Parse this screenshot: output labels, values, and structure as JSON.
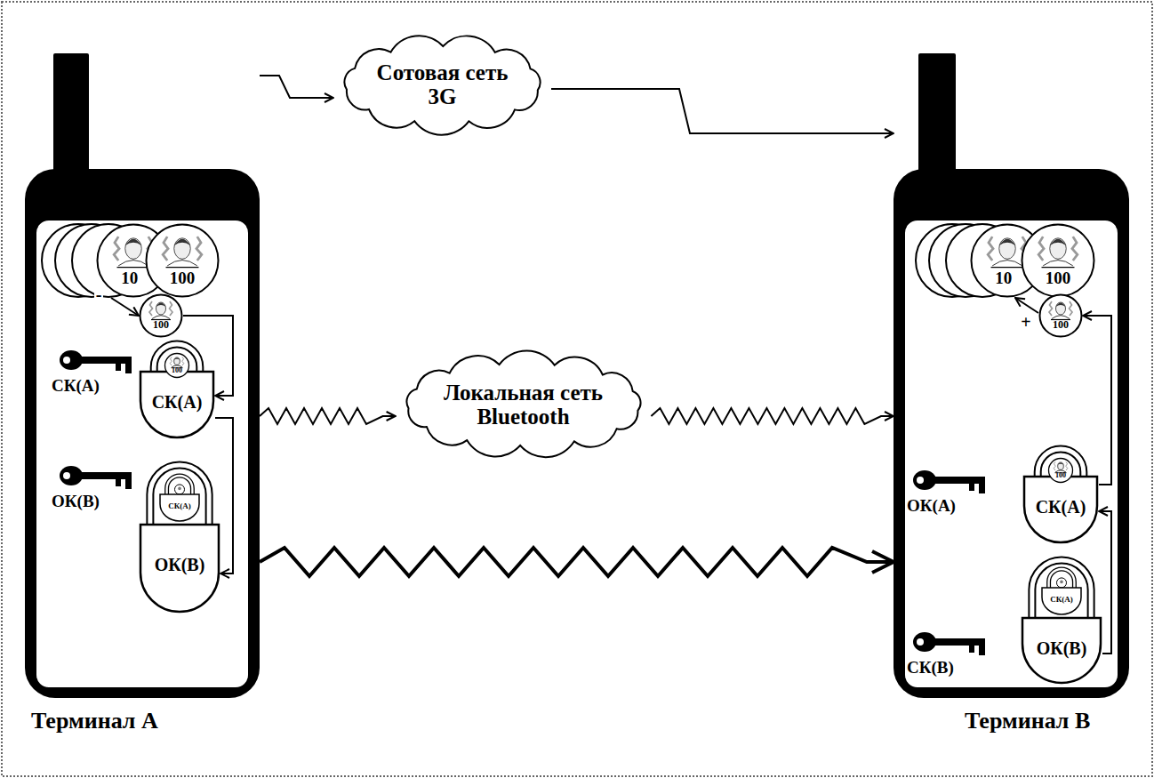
{
  "diagram": {
    "nodes": [
      {
        "text": [
          "Сотовая сеть 3G"
        ]
      },
      {
        "text": [
          "Терминал А"
        ]
      },
      {
        "text": [
          "10"
        ],
        "in": 1
      },
      {
        "text": [
          "100"
        ],
        "in": 1
      },
      {
        "text": [
          "100"
        ],
        "in": 1
      },
      {
        "text": [
          "СК(А)"
        ],
        "in": 1
      },
      {
        "text": [
          "100"
        ],
        "in": 5
      },
      {
        "text": [
          "ОК(В)"
        ],
        "in": 1
      },
      {
        "text": [
          "СК(А)"
        ],
        "in": 7
      },
      {
        "text": [
          "Локальная сеть Bluetooth"
        ]
      },
      {
        "text": [
          "Терминал В"
        ]
      },
      {
        "text": [
          "10"
        ],
        "in": 10
      },
      {
        "text": [
          "100"
        ],
        "in": 10
      },
      {
        "text": [
          "100"
        ],
        "in": 10
      },
      {
        "text": [
          "СК(А)"
        ],
        "in": 10
      },
      {
        "text": [
          "100"
        ],
        "in": 14
      },
      {
        "text": [
          "ОК(В)"
        ],
        "in": 10
      },
      {
        "text": [
          "СК(А)"
        ],
        "in": 16
      }
    ],
    "edges": [
      {
        "from": 1,
        "to": 0,
        "arrow": "to"
      },
      {
        "from": 0,
        "to": 10,
        "arrow": "to"
      },
      {
        "from": 1,
        "to": 9,
        "arrow": "to"
      },
      {
        "from": 9,
        "to": 10,
        "arrow": "to"
      },
      {
        "from": 1,
        "to": 10,
        "arrow": "to"
      },
      {
        "from": 2,
        "to": 4,
        "label": "-",
        "arrow": "to"
      },
      {
        "from": 4,
        "to": 5,
        "arrow": "to"
      },
      {
        "from": 5,
        "to": 7,
        "arrow": "to"
      },
      {
        "from": 16,
        "to": 14,
        "arrow": "to"
      },
      {
        "from": 14,
        "to": 13,
        "arrow": "to"
      },
      {
        "from": 13,
        "to": 11,
        "label": "+",
        "arrow": "to"
      }
    ],
    "labels": [
      "СК(А)",
      "ОК(В)",
      "ОК(А)",
      "СК(В)"
    ]
  }
}
